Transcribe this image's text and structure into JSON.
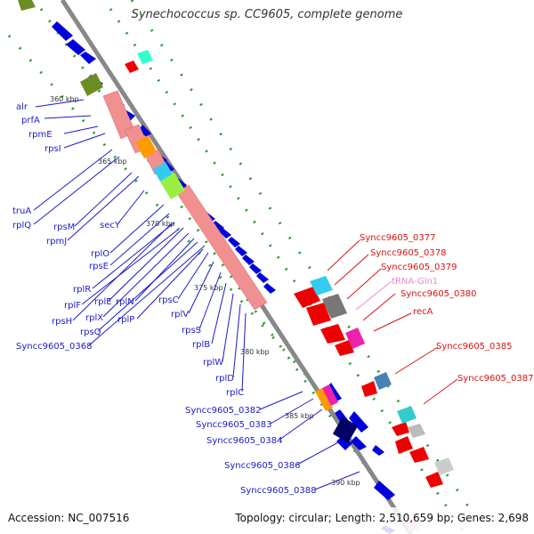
{
  "title": "Synechococcus sp. CC9605, complete genome",
  "footer": {
    "accession": "Accession: NC_007516",
    "topology": "Topology: circular; Length: 2,510,659 bp; Genes: 2,698"
  },
  "scale_ticks": [
    "360 kbp",
    "365 kbp",
    "370 kbp",
    "375 kbp",
    "380 kbp",
    "385 kbp",
    "390 kbp"
  ],
  "left_labels": [
    "alr",
    "prfA",
    "rpmE",
    "rpsI",
    "truA",
    "rplQ",
    "rpsM",
    "secY",
    "rpmJ",
    "rplO",
    "rpsE",
    "rplR",
    "rplE",
    "rplN",
    "rplF",
    "rplX",
    "rpsH",
    "rplP",
    "rpsC",
    "rpsQ",
    "rplV",
    "Syncc9605_0368",
    "rpsS",
    "rplB",
    "rplW",
    "rplD",
    "rplC",
    "Syncc9605_0382",
    "Syncc9605_0383",
    "Syncc9605_0384",
    "Syncc9605_0386",
    "Syncc9605_0388"
  ],
  "right_labels": [
    "Syncc9605_0377",
    "Syncc9605_0378",
    "Syncc9605_0379",
    "tRNA-Gln1",
    "Syncc9605_0380",
    "recA",
    "Syncc9605_0385",
    "Syncc9605_0387"
  ],
  "colors": {
    "forward_gene": "#0000dd",
    "reverse_gene": "#ee0000",
    "ribosomal": "#f09090",
    "backbone": "#888888",
    "left_label": "#1a1acc",
    "right_label": "#dd1111",
    "trna": "#ee88cc"
  }
}
